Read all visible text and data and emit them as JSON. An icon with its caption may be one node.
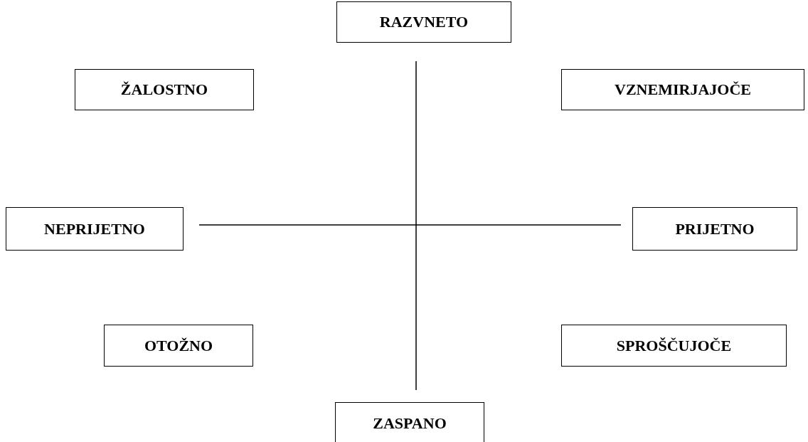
{
  "diagram": {
    "nodes": [
      {
        "text": [
          "RAZVNETO"
        ]
      },
      {
        "text": [
          "ŽALOSTNO"
        ]
      },
      {
        "text": [
          "VZNEMIRJAJOČE"
        ]
      },
      {
        "text": [
          "NEPRIJETNO"
        ]
      },
      {
        "text": [
          "PRIJETNO"
        ]
      },
      {
        "text": [
          "OTOŽNO"
        ]
      },
      {
        "text": [
          "SPROŠČUJOČE"
        ]
      },
      {
        "text": [
          "ZASPANO"
        ]
      }
    ]
  }
}
